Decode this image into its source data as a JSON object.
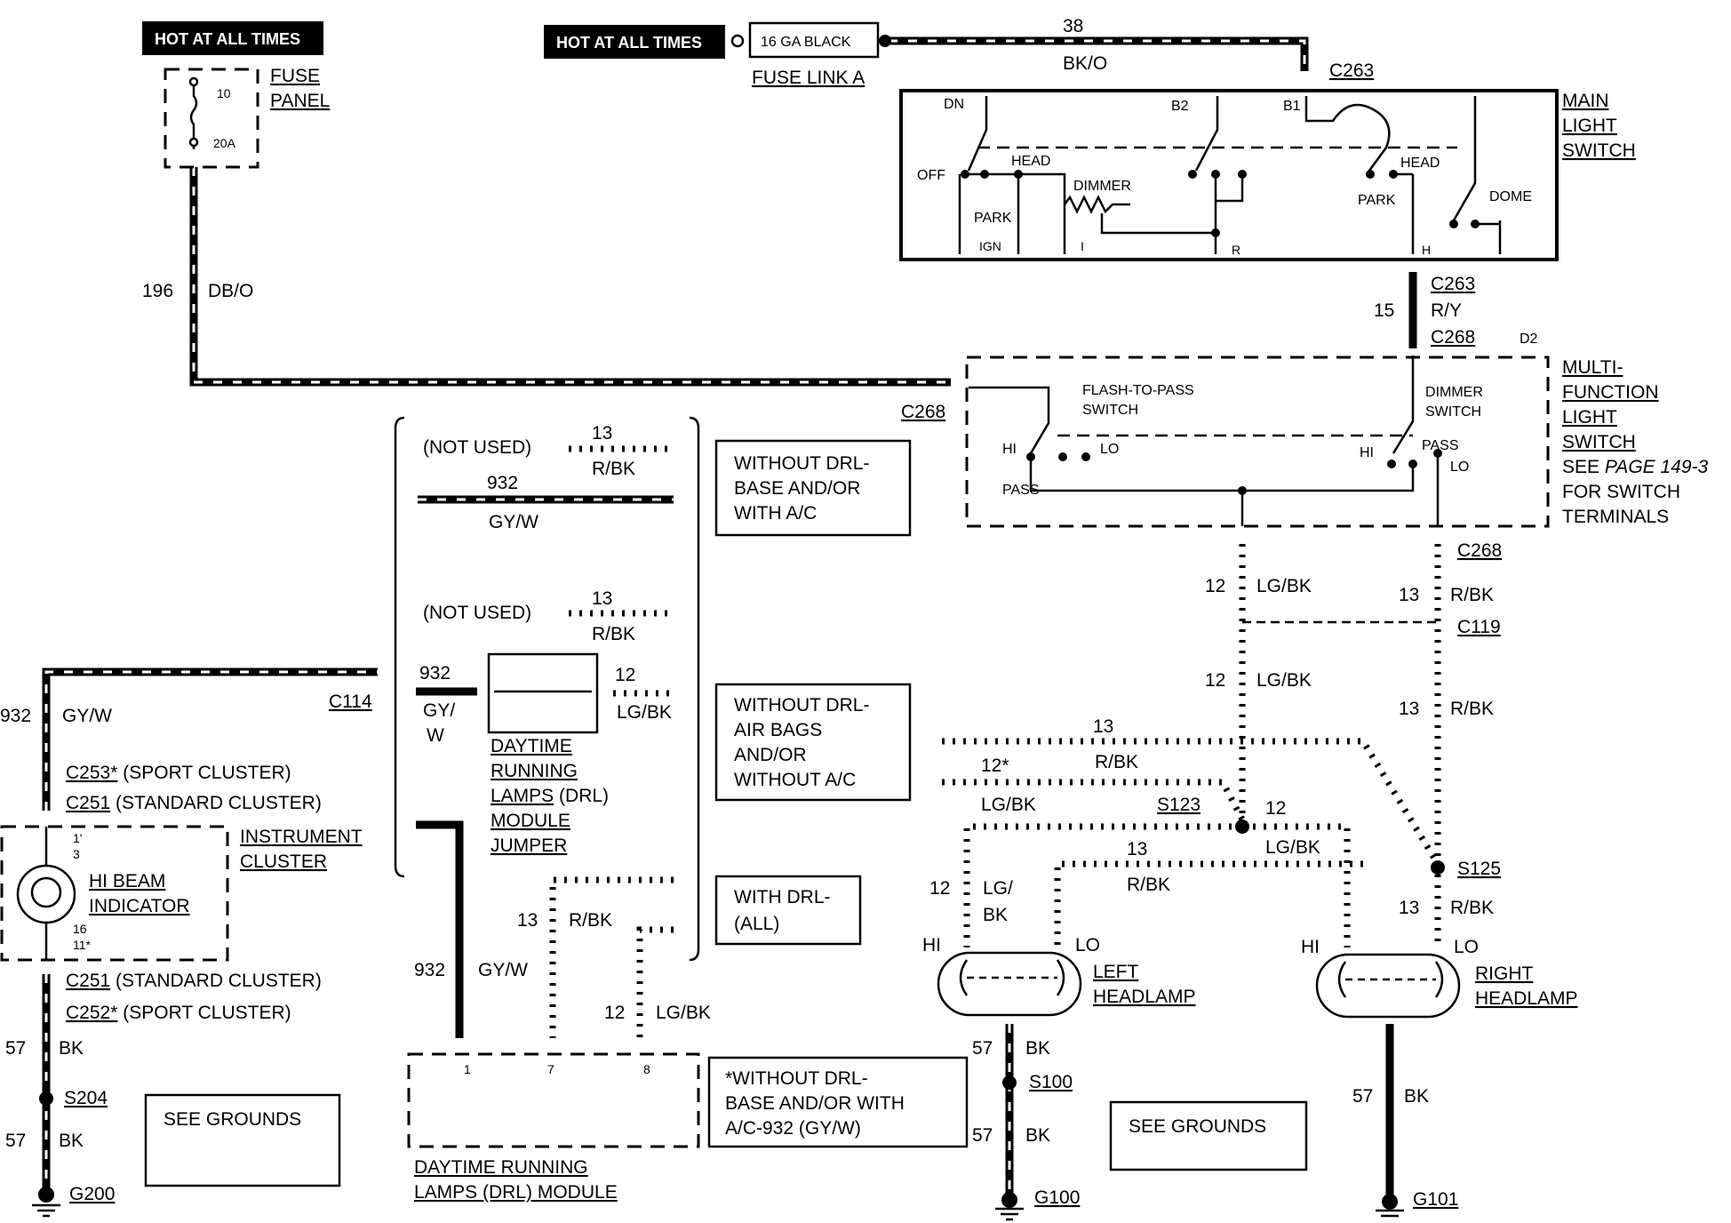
{
  "hot_badges": [
    "HOT AT ALL TIMES",
    "HOT AT ALL TIMES"
  ],
  "fuse_panel": {
    "label1": "FUSE",
    "label2": "PANEL",
    "number": "10",
    "rating": "20A"
  },
  "fuse_link": {
    "box_text": "16 GA BLACK",
    "label": "FUSE LINK A",
    "circuit": "38",
    "color": "BK/O"
  },
  "main_switch": {
    "title": [
      "MAIN",
      "LIGHT",
      "SWITCH"
    ],
    "terminals": {
      "dn": "DN",
      "b2": "B2",
      "b1": "B1",
      "off": "OFF",
      "head1": "HEAD",
      "dimmer": "DIMMER",
      "park1": "PARK",
      "ign": "IGN",
      "i": "I",
      "r": "R",
      "head2": "HEAD",
      "park2": "PARK",
      "dome": "DOME",
      "h": "H"
    }
  },
  "connectors": {
    "c263_top": "C263",
    "c263_b": "C263",
    "c268_a": "C268",
    "d2": "D2",
    "c268_left": "C268",
    "c268_c": "C268",
    "c119": "C119",
    "c114": "C114",
    "s123": "S123",
    "s125": "S125",
    "c253": "C253*",
    "c253_desc": "(SPORT CLUSTER)",
    "c251a": "C251",
    "c251a_desc": "(STANDARD CLUSTER)",
    "c251b": "C251",
    "c251b_desc": "(STANDARD  CLUSTER)",
    "c252": "C252*",
    "c252_desc": "(SPORT CLUSTER)",
    "s204": "S204",
    "g200": "G200",
    "s100": "S100",
    "g100": "G100",
    "g101": "G101"
  },
  "circuits": {
    "c196": "196",
    "c196_color": "DB/O",
    "c15": "15",
    "c15_color": "R/Y",
    "c932": "932",
    "c932_color": "GY/W",
    "c932_b": "932",
    "c932_b_color1": "GY/",
    "c932_b_color2": "W",
    "c932_c": "932",
    "c932_c_color": "GY/W",
    "c932_d": "932",
    "c932_d_color": "GY/W",
    "c13_nu1": "13",
    "c13_nu1_color": "R/BK",
    "c13_nu2": "13",
    "c13_nu2_color": "R/BK",
    "c12_jmp": "12",
    "c12_jmp_color": "LG/BK",
    "c13_drl": "13",
    "c13_drl_color": "R/BK",
    "c12_drl": "12",
    "c12_drl_color": "LG/BK",
    "c12_a": "12",
    "c12_a_color": "LG/BK",
    "c13_a": "13",
    "c13_a_color": "R/BK",
    "c12_b": "12",
    "c12_b_color": "LG/BK",
    "c13_b": "13",
    "c13_b_color": "R/BK",
    "c13_c": "13",
    "c13_c_color": "R/BK",
    "c12_c": "12*",
    "c12_c_color": "LG/BK",
    "c12_d": "12",
    "c12_d_color": "LG/BK",
    "c13_d": "13",
    "c13_d_color": "R/BK",
    "c12_e": "12",
    "c12_e_color1": "LG/",
    "c12_e_color2": "BK",
    "c13_e": "13",
    "c13_e_color": "R/BK",
    "c57_a": "57",
    "c57_a_color": "BK",
    "c57_b": "57",
    "c57_b_color": "BK",
    "c57_c": "57",
    "c57_c_color": "BK",
    "c57_d": "57",
    "c57_d_color": "BK",
    "c57_e": "57",
    "c57_e_color": "BK"
  },
  "not_used": [
    "(NOT USED)",
    "(NOT USED)"
  ],
  "mfs": {
    "title": [
      "MULTI-",
      "FUNCTION",
      "LIGHT",
      "SWITCH"
    ],
    "see_prefix": "SEE ",
    "see_page": "PAGE 149-3",
    "see_rest": [
      "FOR SWITCH",
      "TERMINALS"
    ],
    "flash": [
      "FLASH-TO-PASS",
      "SWITCH"
    ],
    "dimmer": [
      "DIMMER",
      "SWITCH"
    ],
    "hi1": "HI",
    "lo1": "LO",
    "pass1": "PASS",
    "hi2": "HI",
    "pass2": "PASS",
    "lo2": "LO"
  },
  "option_boxes": {
    "box1": [
      "WITHOUT DRL-",
      "BASE AND/OR",
      "WITH A/C"
    ],
    "box2": [
      "WITHOUT DRL-",
      "AIR BAGS",
      "AND/OR",
      "WITHOUT A/C"
    ],
    "box3": [
      "WITH DRL-",
      "(ALL)"
    ],
    "box4": [
      "*WITHOUT DRL-",
      "BASE AND/OR WITH",
      "A/C-932 (GY/W)"
    ]
  },
  "drl_jumper": [
    "DAYTIME",
    "RUNNING",
    "LAMPS",
    "(DRL)",
    "MODULE",
    "JUMPER"
  ],
  "drl_module": {
    "pins": [
      "1",
      "7",
      "8"
    ],
    "label1": "DAYTIME RUNNING",
    "label2": "LAMPS  (DRL)  MODULE"
  },
  "instrument": {
    "label": [
      "INSTRUMENT",
      "CLUSTER"
    ],
    "indicator": [
      "HI BEAM",
      "INDICATOR"
    ],
    "pins": [
      "1'",
      "3",
      "16",
      "11*"
    ]
  },
  "headlamps": {
    "left": {
      "label": [
        "LEFT",
        "HEADLAMP"
      ],
      "hi": "HI",
      "lo": "LO"
    },
    "right": {
      "label": [
        "RIGHT",
        "HEADLAMP"
      ],
      "hi": "HI",
      "lo": "LO"
    }
  },
  "see_grounds": [
    "SEE GROUNDS",
    "SEE GROUNDS"
  ]
}
